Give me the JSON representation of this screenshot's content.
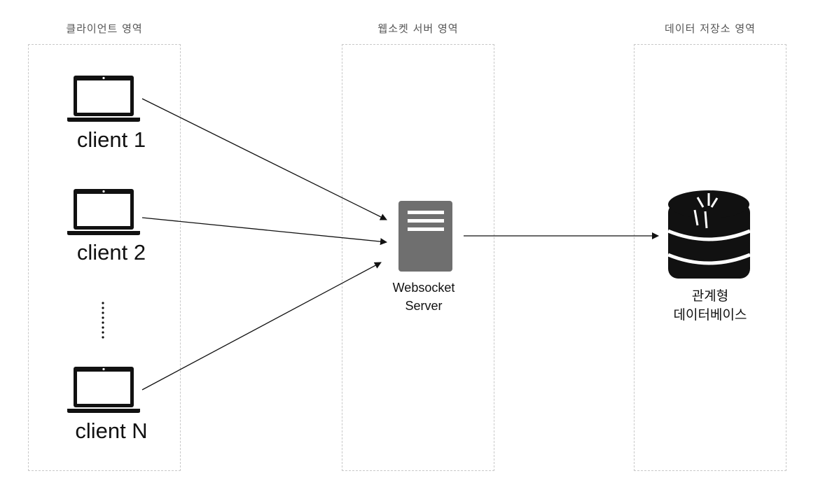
{
  "zones": {
    "client": "클라이언트 영역",
    "server": "웹소켓 서버 영역",
    "storage": "데이터 저장소 영역"
  },
  "clients": [
    "client 1",
    "client 2",
    "client N"
  ],
  "server": {
    "line1": "Websocket",
    "line2": "Server"
  },
  "database": {
    "line1": "관계형",
    "line2": "데이터베이스"
  },
  "colors": {
    "server_fill": "#6f6f6f",
    "zone_border": "#c8c8c8",
    "arrow": "#111111"
  },
  "icons": {
    "client": "laptop-icon",
    "server": "server-icon",
    "database": "database-icon"
  }
}
